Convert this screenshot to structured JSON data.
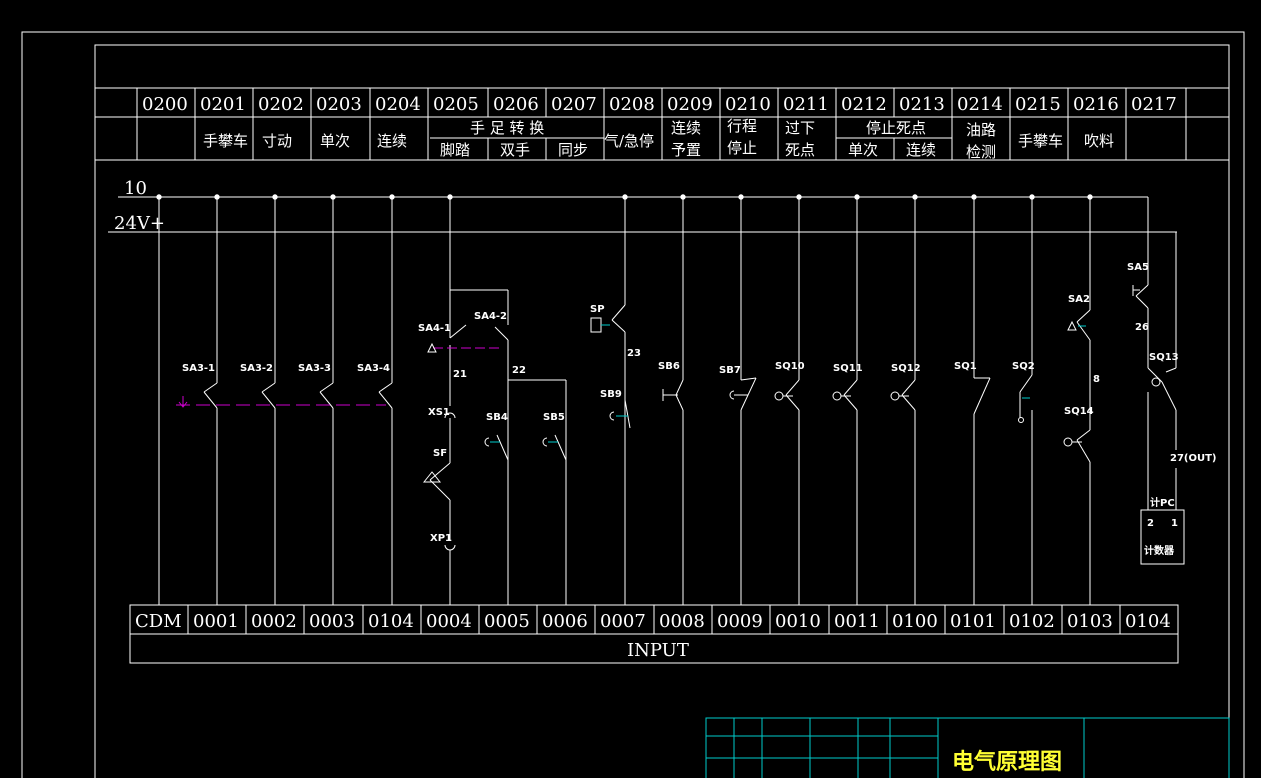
{
  "header": {
    "addresses": [
      "0200",
      "0201",
      "0202",
      "0203",
      "0204",
      "0205",
      "0206",
      "0207",
      "0208",
      "0209",
      "0210",
      "0211",
      "0212",
      "0213",
      "0214",
      "0215",
      "0216",
      "0217"
    ],
    "func_single": [
      "手攀车",
      "寸动",
      "单次",
      "连续"
    ],
    "group_foot": "手 足 转 换",
    "foot_sub": [
      "脚踏",
      "双手",
      "同步"
    ],
    "f0208": "气/急停",
    "f0209": [
      "连续",
      "予置"
    ],
    "f0210": [
      "行程",
      "停止"
    ],
    "f0211": [
      "过下",
      "死点"
    ],
    "group_stop": "停止死点",
    "stop_sub": [
      "单次",
      "连续"
    ],
    "f0214": [
      "油路",
      "检测"
    ],
    "f0215": "手攀车",
    "f0216": "吹料"
  },
  "rails": {
    "top": "10",
    "supply": "24V+"
  },
  "components": {
    "sa3": [
      "SA3-1",
      "SA3-2",
      "SA3-3",
      "SA3-4"
    ],
    "sa4_1": "SA4-1",
    "sa4_2": "SA4-2",
    "w21": "21",
    "w22": "22",
    "w23": "23",
    "w26": "26",
    "w8": "8",
    "xs1": "XS1",
    "sf": "SF",
    "xp1": "XP1",
    "sb4": "SB4",
    "sb5": "SB5",
    "sp": "SP",
    "sb9": "SB9",
    "sb6": "SB6",
    "sb7": "SB7",
    "sq10": "SQ10",
    "sq11": "SQ11",
    "sq12": "SQ12",
    "sq1": "SQ1",
    "sq2": "SQ2",
    "sa2": "SA2",
    "sq14": "SQ14",
    "sa5": "SA5",
    "sq13": "SQ13",
    "out27": "27(OUT)",
    "counter_tag": "计PC",
    "counter_pins": [
      "2",
      "1"
    ],
    "counter_name": "计数器"
  },
  "input_bar": {
    "cells": [
      "CDM",
      "0001",
      "0002",
      "0003",
      "0104",
      "0004",
      "0005",
      "0006",
      "0007",
      "0008",
      "0009",
      "0010",
      "0011",
      "0100",
      "0101",
      "0102",
      "0103",
      "0104"
    ],
    "label": "INPUT"
  },
  "title_block": {
    "title": "电气原理图"
  },
  "colors": {
    "line": "#ffffff",
    "dash": "#cc00cc",
    "cyan": "#00cccc",
    "title": "#ffff33"
  }
}
